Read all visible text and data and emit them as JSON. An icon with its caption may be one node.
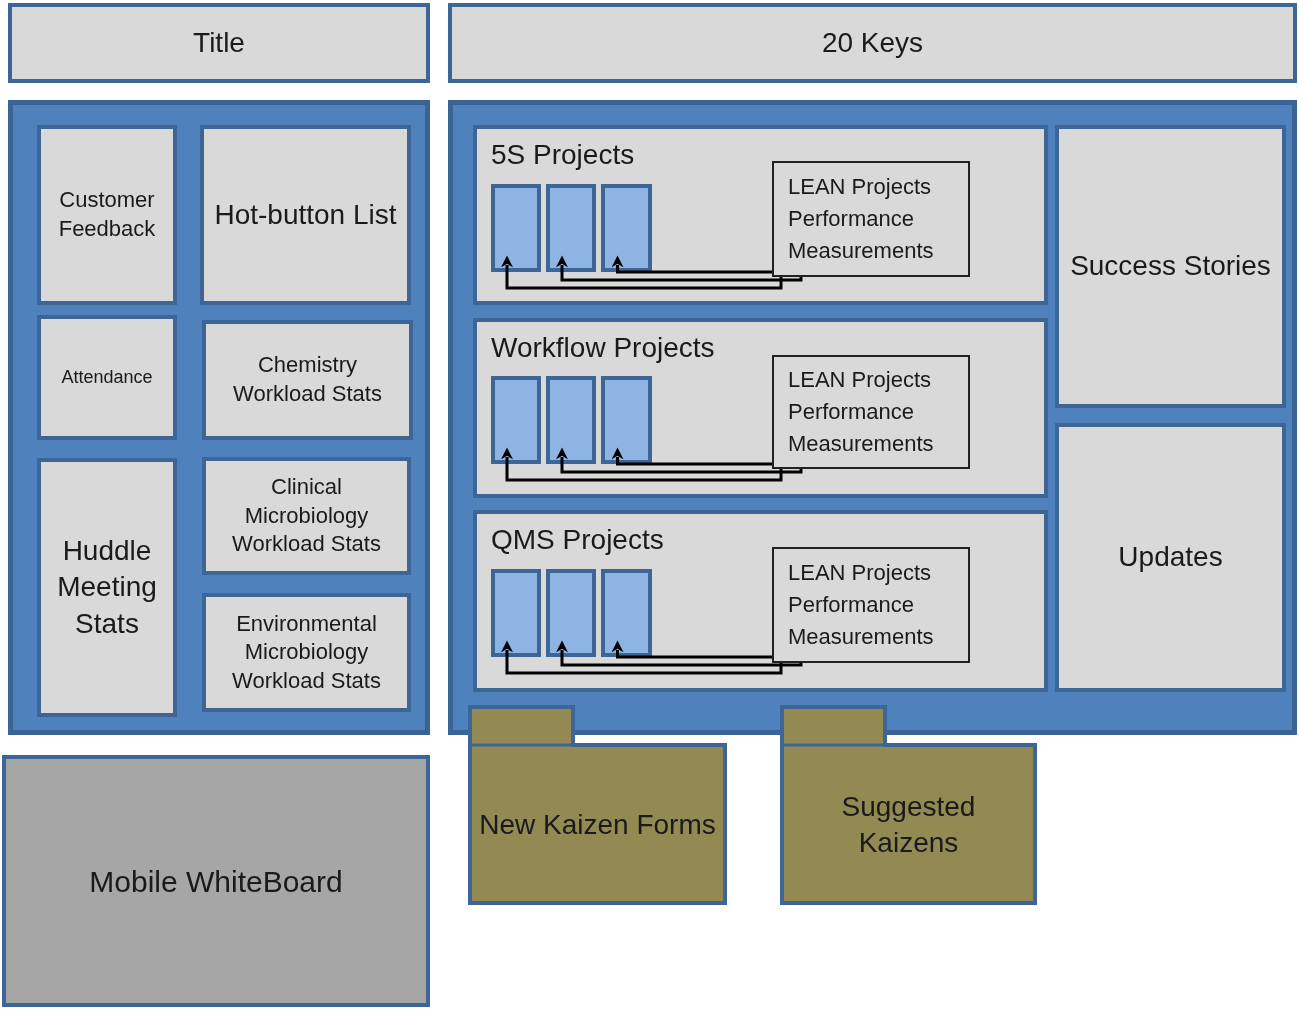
{
  "diagram": {
    "nodes": [
      {
        "text": [
          "Title"
        ]
      },
      {
        "text": [
          "20 Keys"
        ]
      },
      {
        "text": [],
        "shape": "box"
      },
      {
        "text": [
          "Customer Feedback"
        ],
        "in": 2
      },
      {
        "text": [
          "Hot-button List"
        ],
        "in": 2
      },
      {
        "text": [
          "Attendance"
        ],
        "in": 2
      },
      {
        "text": [
          "Chemistry Workload Stats"
        ],
        "in": 2
      },
      {
        "text": [
          "Huddle Meeting Stats"
        ],
        "in": 2
      },
      {
        "text": [
          "Clinical Microbiology Workload Stats"
        ],
        "in": 2
      },
      {
        "text": [
          "Environmental Microbiology Workload Stats"
        ],
        "in": 2
      },
      {
        "text": [],
        "shape": "box"
      },
      {
        "text": [
          "5S Projects"
        ],
        "in": 10
      },
      {
        "text": [],
        "shape": "box",
        "in": 11
      },
      {
        "text": [],
        "shape": "box",
        "in": 11
      },
      {
        "text": [],
        "shape": "box",
        "in": 11
      },
      {
        "text": [
          "LEAN Projects Performance Measurements"
        ],
        "in": 11
      },
      {
        "text": [
          "Workflow Projects"
        ],
        "in": 10
      },
      {
        "text": [],
        "shape": "box",
        "in": 16
      },
      {
        "text": [],
        "shape": "box",
        "in": 16
      },
      {
        "text": [],
        "shape": "box",
        "in": 16
      },
      {
        "text": [
          "LEAN Projects Performance Measurements"
        ],
        "in": 16
      },
      {
        "text": [
          "QMS Projects"
        ],
        "in": 10
      },
      {
        "text": [],
        "shape": "box",
        "in": 21
      },
      {
        "text": [],
        "shape": "box",
        "in": 21
      },
      {
        "text": [],
        "shape": "box",
        "in": 21
      },
      {
        "text": [
          "LEAN Projects Performance Measurements"
        ],
        "in": 21
      },
      {
        "text": [
          "Success Stories"
        ],
        "in": 10
      },
      {
        "text": [
          "Updates"
        ],
        "in": 10
      },
      {
        "text": [
          "New Kaizen Forms"
        ]
      },
      {
        "text": [
          "Suggested Kaizens"
        ]
      },
      {
        "text": [
          "Mobile WhiteBoard"
        ]
      }
    ],
    "edges": [
      {
        "from": 15,
        "to": 12,
        "arrow": "to"
      },
      {
        "from": 15,
        "to": 13,
        "arrow": "to"
      },
      {
        "from": 15,
        "to": 14,
        "arrow": "to"
      },
      {
        "from": 20,
        "to": 17,
        "arrow": "to"
      },
      {
        "from": 20,
        "to": 18,
        "arrow": "to"
      },
      {
        "from": 20,
        "to": 19,
        "arrow": "to"
      },
      {
        "from": 25,
        "to": 22,
        "arrow": "to"
      },
      {
        "from": 25,
        "to": 23,
        "arrow": "to"
      },
      {
        "from": 25,
        "to": 24,
        "arrow": "to"
      }
    ]
  }
}
